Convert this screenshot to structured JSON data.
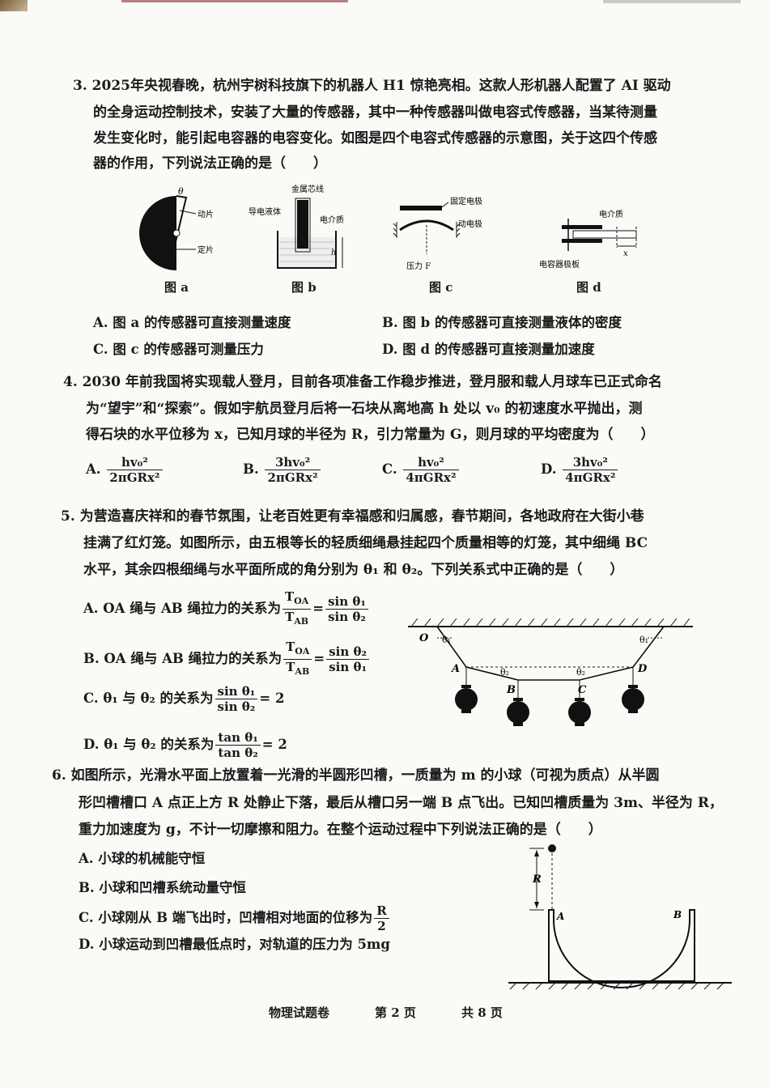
{
  "q3": {
    "lines": [
      "3. 2025年央视春晚，杭州宇树科技旗下的机器人 H1 惊艳亮相。这款人形机器人配置了 AI 驱动",
      "的全身运动控制技术，安装了大量的传感器，其中一种传感器叫做电容式传感器，当某待测量",
      "发生变化时，能引起电容器的电容变化。如图是四个电容式传感器的示意图，关于这四个传感",
      "器的作用，下列说法正确的是（　　）"
    ],
    "figures": {
      "a": {
        "caption": "图 a",
        "theta": "θ",
        "moving": "动片",
        "fixed": "定片"
      },
      "b": {
        "caption": "图 b",
        "core": "金属芯线",
        "liquid": "导电液体",
        "dielectric": "电介质",
        "h": "h"
      },
      "c": {
        "caption": "图 c",
        "fixed": "固定电极",
        "moving": "动电极",
        "pressure": "压力 F"
      },
      "d": {
        "caption": "图 d",
        "dielectric": "电介质",
        "plate": "电容器极板",
        "x": "x"
      }
    },
    "options": {
      "A": "A.  图 a 的传感器可直接测量速度",
      "B": "B.  图 b 的传感器可直接测量液体的密度",
      "C": "C.  图 c 的传感器可测量压力",
      "D": "D.  图 d 的传感器可直接测量加速度"
    }
  },
  "q4": {
    "lines": [
      "4. 2030 年前我国将实现载人登月，目前各项准备工作稳步推进，登月服和载人月球车已正式命名",
      "为“望宇”和“探索”。假如宇航员登月后将一石块从离地高 h 处以 v₀ 的初速度水平抛出，测",
      "得石块的水平位移为 x，已知月球的半径为 R，引力常量为 G，则月球的平均密度为（　　）"
    ],
    "options": [
      {
        "label": "A.",
        "num": "hv₀²",
        "den": "2πGRx²"
      },
      {
        "label": "B.",
        "num": "3hv₀²",
        "den": "2πGRx²"
      },
      {
        "label": "C.",
        "num": "hv₀²",
        "den": "4πGRx²"
      },
      {
        "label": "D.",
        "num": "3hv₀²",
        "den": "4πGRx²"
      }
    ]
  },
  "q5": {
    "lines": [
      "5. 为营造喜庆祥和的春节氛围，让老百姓更有幸福感和归属感，春节期间，各地政府在大街小巷",
      "挂满了红灯笼。如图所示，由五根等长的轻质细绳悬挂起四个质量相等的灯笼，其中细绳 BC",
      "水平，其余四根细绳与水平面所成的角分别为 θ₁ 和 θ₂。下列关系式中正确的是（　　）"
    ],
    "options": {
      "A": {
        "pre": "A.  OA 绳与 AB 绳拉力的关系为",
        "n1": "T",
        "n1s": "OA",
        "d1": "T",
        "d1s": "AB",
        "eq": "=",
        "n2": "sin θ₁",
        "d2": "sin θ₂"
      },
      "B": {
        "pre": "B.  OA 绳与 AB 绳拉力的关系为",
        "n1": "T",
        "n1s": "OA",
        "d1": "T",
        "d1s": "AB",
        "eq": "=",
        "n2": "sin θ₂",
        "d2": "sin θ₁"
      },
      "C": {
        "pre": "C.  θ₁ 与 θ₂ 的关系为",
        "num": "sin θ₁",
        "den": "sin θ₂",
        "post": "= 2"
      },
      "D": {
        "pre": "D.  θ₁ 与 θ₂ 的关系为",
        "num": "tan θ₁",
        "den": "tan θ₂",
        "post": "= 2"
      }
    },
    "figure": {
      "O": "O",
      "A": "A",
      "B": "B",
      "C": "C",
      "D": "D",
      "t1": "θ₁",
      "t2": "θ₂"
    }
  },
  "q6": {
    "lines": [
      "6. 如图所示，光滑水平面上放置着一光滑的半圆形凹槽，一质量为 m 的小球（可视为质点）从半圆",
      "形凹槽槽口 A 点正上方 R 处静止下落，最后从槽口另一端 B 点飞出。已知凹槽质量为 3m、半径为 R，",
      "重力加速度为 g，不计一切摩擦和阻力。在整个运动过程中下列说法正确的是（　　）"
    ],
    "options": {
      "A": "A.  小球的机械能守恒",
      "B": "B.  小球和凹槽系统动量守恒",
      "C_pre": "C.  小球刚从 B 端飞出时，凹槽相对地面的位移为",
      "C_num": "R",
      "C_den": "2",
      "D": "D.  小球运动到凹槽最低点时，对轨道的压力为 5mg"
    },
    "figure": {
      "R": "R",
      "A": "A",
      "B": "B"
    }
  },
  "footer": {
    "subject": "物理试题卷",
    "page": "第 2 页",
    "total": "共 8 页"
  }
}
